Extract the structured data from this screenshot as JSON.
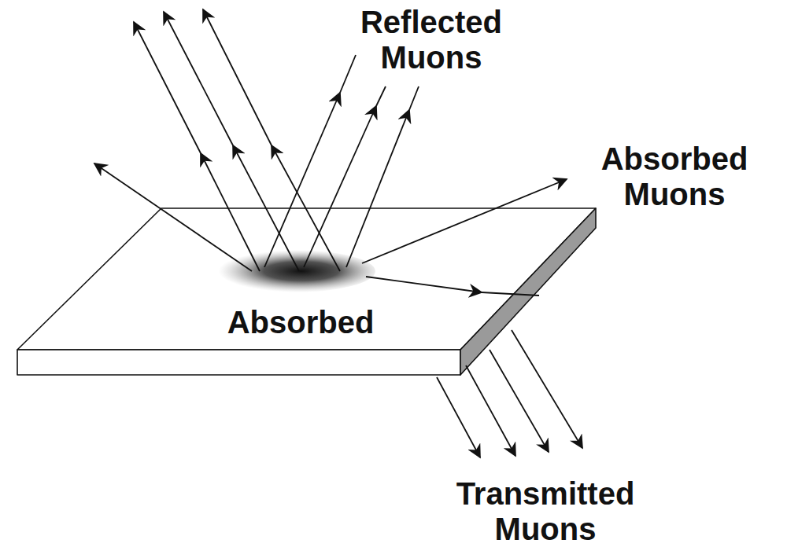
{
  "diagram": {
    "labels": [
      "Reflected Muons",
      "Absorbed Muons",
      "Absorbed",
      "Transmitted Muons"
    ]
  }
}
